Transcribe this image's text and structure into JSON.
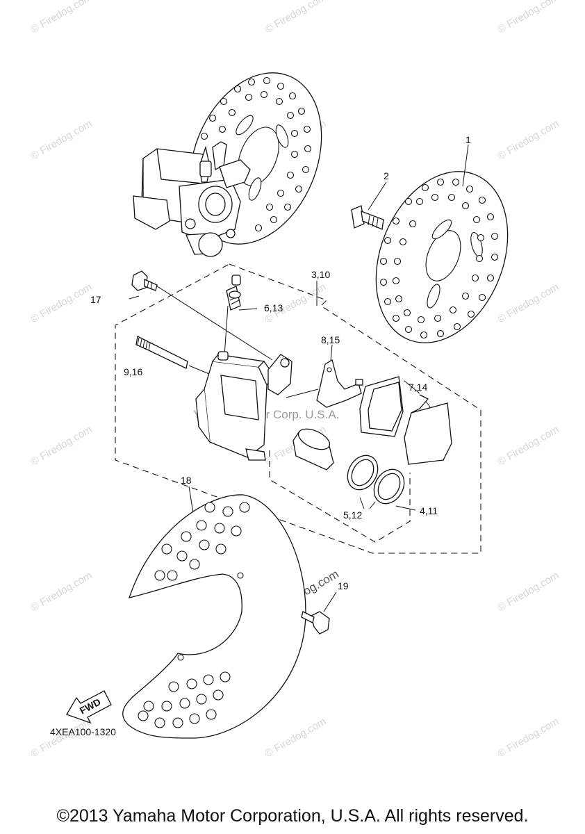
{
  "watermark": "© Firedog.com",
  "watermark_center": "© Firedog.com",
  "subtle_watermark": "Yamaha Motor Corp. U.S.A.",
  "diagram_code": "4XEA100-1320",
  "fwd_label": "FWD",
  "labels": {
    "p1": "1",
    "p2": "2",
    "p3_10": "3,10",
    "p4_11": "4,11",
    "p5_12": "5,12",
    "p6_13": "6,13",
    "p7_14": "7,14",
    "p8_15": "8,15",
    "p9_16": "9,16",
    "p17": "17",
    "p18": "18",
    "p19": "19"
  },
  "copyright": "©2013 Yamaha Motor Corporation, U.S.A. All rights reserved."
}
